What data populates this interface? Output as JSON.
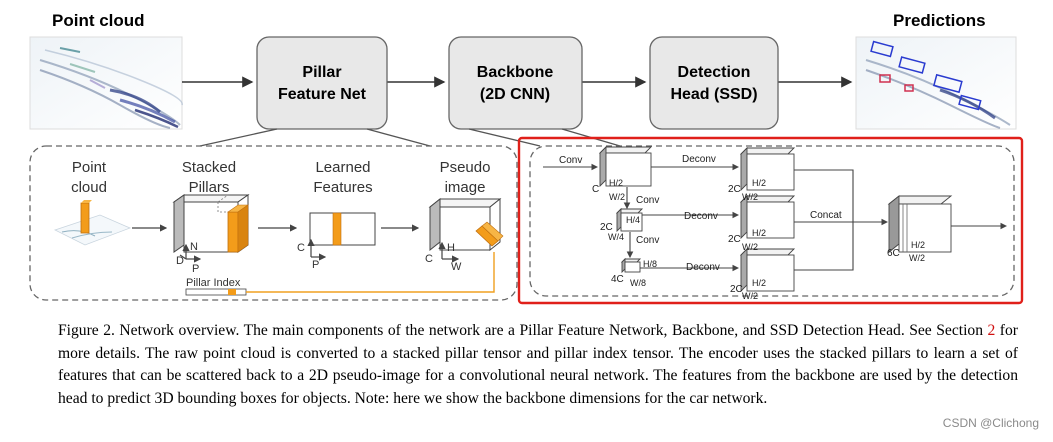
{
  "labels": {
    "point_cloud_title": "Point cloud",
    "predictions_title": "Predictions"
  },
  "top_blocks": [
    {
      "line1": "Pillar",
      "line2": "Feature Net"
    },
    {
      "line1": "Backbone",
      "line2": "(2D CNN)"
    },
    {
      "line1": "Detection",
      "line2": "Head (SSD)"
    }
  ],
  "pfn_stages": {
    "point_cloud": [
      "Point",
      "cloud"
    ],
    "stacked_pillars": [
      "Stacked",
      "Pillars"
    ],
    "learned_features": [
      "Learned",
      "Features"
    ],
    "pseudo_image": [
      "Pseudo",
      "image"
    ],
    "pillar_index": "Pillar Index",
    "axis_D": "D",
    "axis_P": "P",
    "axis_N": "N",
    "axis_C": "C",
    "axis_H": "H",
    "axis_W": "W"
  },
  "backbone_labels": {
    "conv": "Conv",
    "deconv": "Deconv",
    "concat": "Concat",
    "C": "C",
    "H2": "H/2",
    "W2": "W/2",
    "twoC": "2C",
    "H4": "H/4",
    "W4": "W/4",
    "fourC": "4C",
    "H8": "H/8",
    "W8": "W/8",
    "sixC": "6C"
  },
  "caption": {
    "part1": "Figure 2. Network overview. The main components of the network are a Pillar Feature Network, Backbone, and SSD Detection Head. See Section ",
    "ref": "2",
    "part2": " for more details. The raw point cloud is converted to a stacked pillar tensor and pillar index tensor. The encoder uses the stacked pillars to learn a set of features that can be scattered back to a 2D pseudo-image for a convolutional neural network. The features from the backbone are used by the detection head to predict 3D bounding boxes for objects. Note: here we show the backbone dimensions for the car network."
  },
  "watermark": "CSDN @Clichong",
  "colors": {
    "block_fill": "#e8e8e8",
    "highlight_red": "#e0201a",
    "orange": "#f39c1a",
    "pillar_index_line": "#f0a020"
  }
}
